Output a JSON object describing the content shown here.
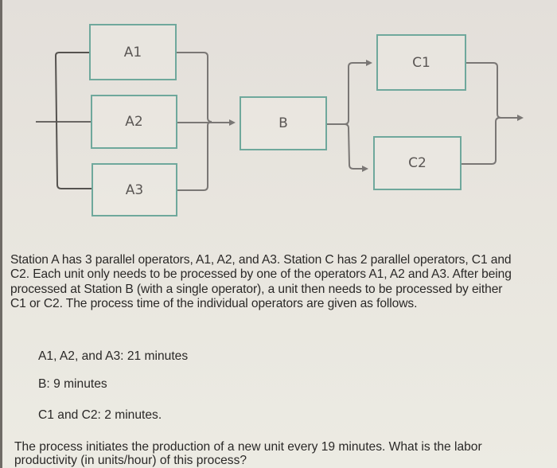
{
  "diagram": {
    "stations": {
      "A1": "A1",
      "A2": "A2",
      "A3": "A3",
      "B": "B",
      "C1": "C1",
      "C2": "C2"
    },
    "colors": {
      "box_border": "#6fa89c",
      "connector": "#7a7775",
      "label": "#5a5654"
    }
  },
  "problem": {
    "description": "Station A has 3 parallel operators, A1, A2, and A3. Station C has 2 parallel operators, C1 and C2. Each unit only needs to be processed by one of the operators A1, A2 and A3. After being processed at Station B (with a single operator), a unit then needs to be processed by either C1 or C2. The process time of the individual operators are given as follows.",
    "process_times": [
      "A1, A2, and A3: 21 minutes",
      "B: 9 minutes",
      "C1 and C2: 2 minutes."
    ],
    "question": "The process initiates the production of a new unit every 19 minutes. What is the labor productivity (in units/hour) of this process?"
  }
}
